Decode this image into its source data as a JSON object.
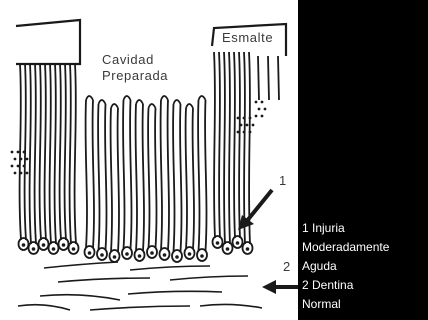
{
  "diagram": {
    "labels": {
      "esmalte": "Esmalte",
      "cavidad_line1": "Cavidad",
      "cavidad_line2": "Preparada",
      "marker_1": "1",
      "marker_2": "2",
      "legend_line1": "1  Injuria",
      "legend_line2": "Moderadamente",
      "legend_line3": "Aguda",
      "legend_line4": "2  Dentina",
      "legend_line5": "Normal"
    },
    "colors": {
      "ink": "#1a1a1a",
      "paper": "#ffffff",
      "panel": "#000000",
      "panel_text": "#ffffff"
    }
  }
}
